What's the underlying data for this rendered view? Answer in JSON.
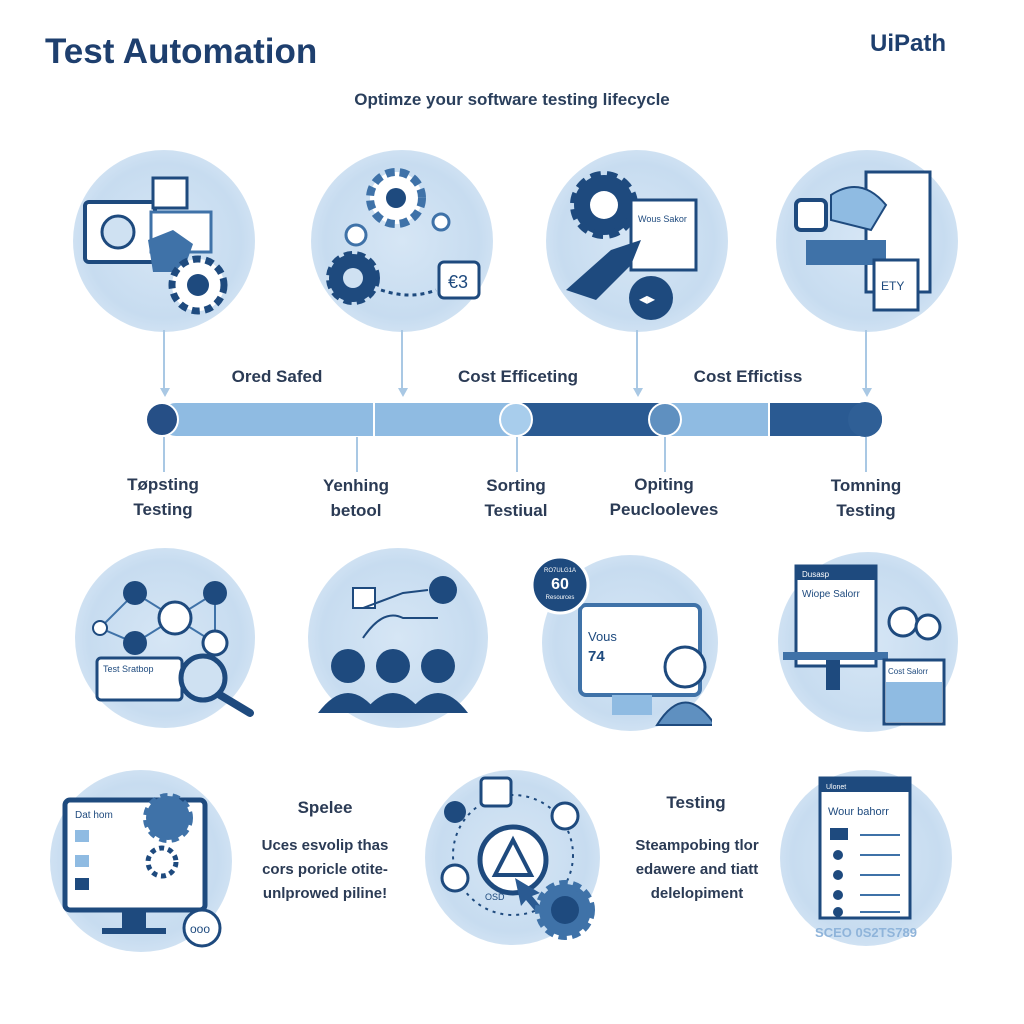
{
  "header": {
    "title": "Test Automation",
    "brand": "UiPath",
    "subtitle": "Optimze your software testing lifecycle"
  },
  "timeline": {
    "top_labels": [
      "Ored Safed",
      "Cost Efficeting",
      "Cost Effictiss"
    ],
    "bottom_labels": [
      {
        "line1": "Tøpsting",
        "line2": "Testing"
      },
      {
        "line1": "Yenhing",
        "line2": "betool"
      },
      {
        "line1": "Sorting",
        "line2": "Testiual"
      },
      {
        "line1": "Opiting",
        "line2": "Peuclooleves"
      },
      {
        "line1": "Tomning",
        "line2": "Testing"
      }
    ]
  },
  "icons": {
    "search_card": "Test Sratbop",
    "badge_top": "RO7ULG1A",
    "badge_value": "60",
    "badge_bottom": "Resources",
    "monitor_value_label": "Vous",
    "monitor_value": "74",
    "report_header": "Dusasp",
    "report_title": "Wiope Salorr",
    "cost_card": "Cost Salorr",
    "dashboard_label": "Dat hom",
    "cycle_label": "OSD",
    "doc_header": "Ulonet",
    "doc_title": "Wour bahorr",
    "doc_footer": "SCEO 0S2TS789",
    "top3_title": "Wous Sakor",
    "top3_doc": "ETY"
  },
  "sections": [
    {
      "heading": "Spelee",
      "lines": [
        "Uces esvolip thas",
        "cors poricle otite-",
        "unlprowed piline!"
      ]
    },
    {
      "heading": "Testing",
      "lines": [
        "Steampobing tlor",
        "edawere and tiatt",
        "delelopiment"
      ]
    }
  ],
  "colors": {
    "navy": "#1e4a7e",
    "mid": "#3f72a8",
    "light": "#8fbbe2",
    "pale": "#cfe1f2"
  }
}
